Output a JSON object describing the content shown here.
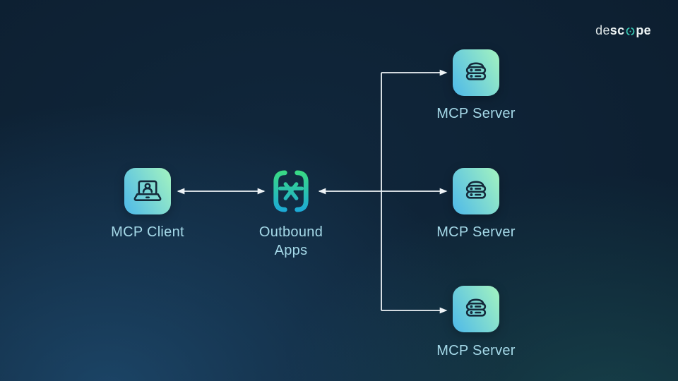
{
  "logo": {
    "name": "descope",
    "part_light": "de",
    "part_bold_left": "sc",
    "part_bold_right": "pe"
  },
  "nodes": {
    "client": {
      "label": "MCP Client",
      "icon": "laptop-user-icon"
    },
    "outbound": {
      "label_line1": "Outbound",
      "label_line2": "Apps",
      "icon": "brackets-asterisk-icon"
    },
    "servers": [
      {
        "label": "MCP Server",
        "icon": "server-stack-icon"
      },
      {
        "label": "MCP Server",
        "icon": "server-stack-icon"
      },
      {
        "label": "MCP Server",
        "icon": "server-stack-icon"
      }
    ]
  },
  "connections": [
    {
      "from": "MCP Client",
      "to": "Outbound Apps",
      "style": "double-arrow"
    },
    {
      "from": "Outbound Apps",
      "to": "MCP Server (middle)",
      "style": "double-arrow"
    },
    {
      "from": "Outbound Apps",
      "to": "MCP Server (top)",
      "style": "arrow-right-elbow"
    },
    {
      "from": "Outbound Apps",
      "to": "MCP Server (bottom)",
      "style": "arrow-right-elbow"
    }
  ],
  "colors": {
    "background_base": "#0b1b2b",
    "background_glow_blue": "#27618f",
    "background_glow_teal": "#1f5c5e",
    "tile_gradient_start": "#54bde6",
    "tile_gradient_end": "#9defc3",
    "icon_stroke": "#14293a",
    "bracket_green": "#3bdc7f",
    "bracket_blue": "#1ba7da",
    "label_text": "#a5d9e8",
    "arrow": "#eef3f6",
    "logo_text": "#edf4f4",
    "logo_accent": "#38c7b2"
  }
}
